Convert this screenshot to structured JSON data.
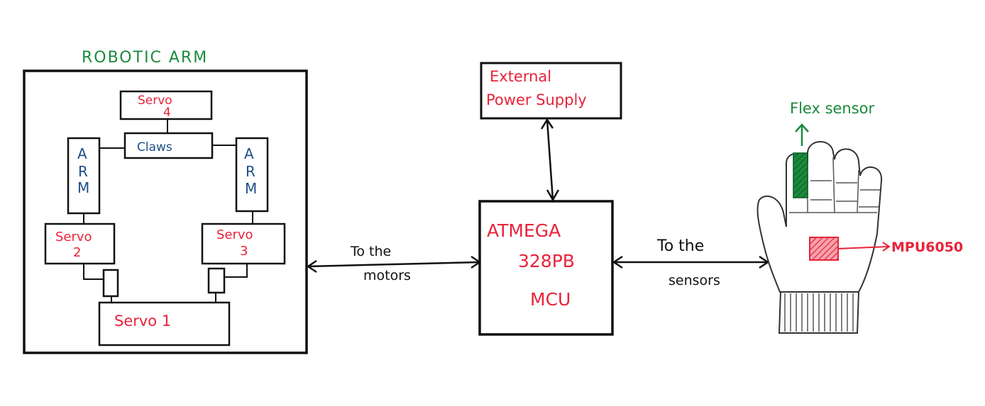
{
  "colors": {
    "servo_text": "#e8233a",
    "arm_text": "#1d4f86",
    "title_green": "#1a8a3c",
    "flex_green": "#1a8a3c",
    "outline": "#111111"
  },
  "robotic_arm": {
    "title": "ROBOTIC ARM",
    "servo4": {
      "line1": "Servo",
      "line2": "4"
    },
    "claws": "Claws",
    "arm_left": [
      "A",
      "R",
      "M"
    ],
    "arm_right": [
      "A",
      "R",
      "M"
    ],
    "servo2": {
      "line1": "Servo",
      "line2": "2"
    },
    "servo3": {
      "line1": "Servo",
      "line2": "3"
    },
    "servo1": "Servo 1"
  },
  "power": {
    "line1": "External",
    "line2": "Power Supply"
  },
  "mcu": {
    "line1": "ATMEGA",
    "line2": "328PB",
    "line3": "MCU"
  },
  "links": {
    "motors": {
      "line1": "To the",
      "line2": "motors"
    },
    "sensors": {
      "line1": "To the",
      "line2": "sensors"
    }
  },
  "glove": {
    "flex_label": "Flex sensor",
    "imu_label": "MPU6050"
  }
}
